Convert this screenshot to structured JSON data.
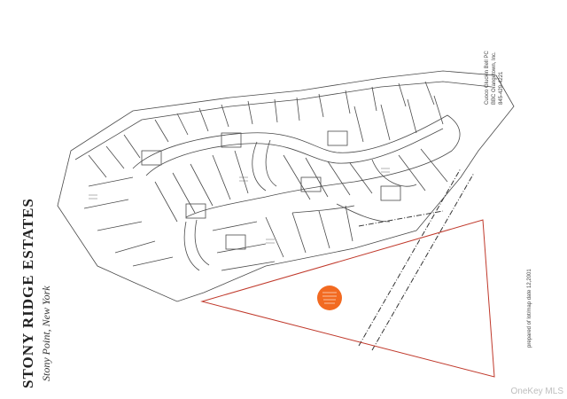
{
  "map": {
    "title": "STONY RIDGE ESTATES",
    "subtitle": "Stony Point, New York",
    "credit_lines": [
      "Cuoco Gluckin Bell PC",
      "BBC Orangetown, Inc.",
      "845-429-4221"
    ],
    "side_note": "prepared of lot/map date 12,2001",
    "watermark": "OneKey MLS",
    "highlight_color": "#f26a21",
    "line_color": "#4a4a4a",
    "boundary_color": "#c0392b"
  }
}
